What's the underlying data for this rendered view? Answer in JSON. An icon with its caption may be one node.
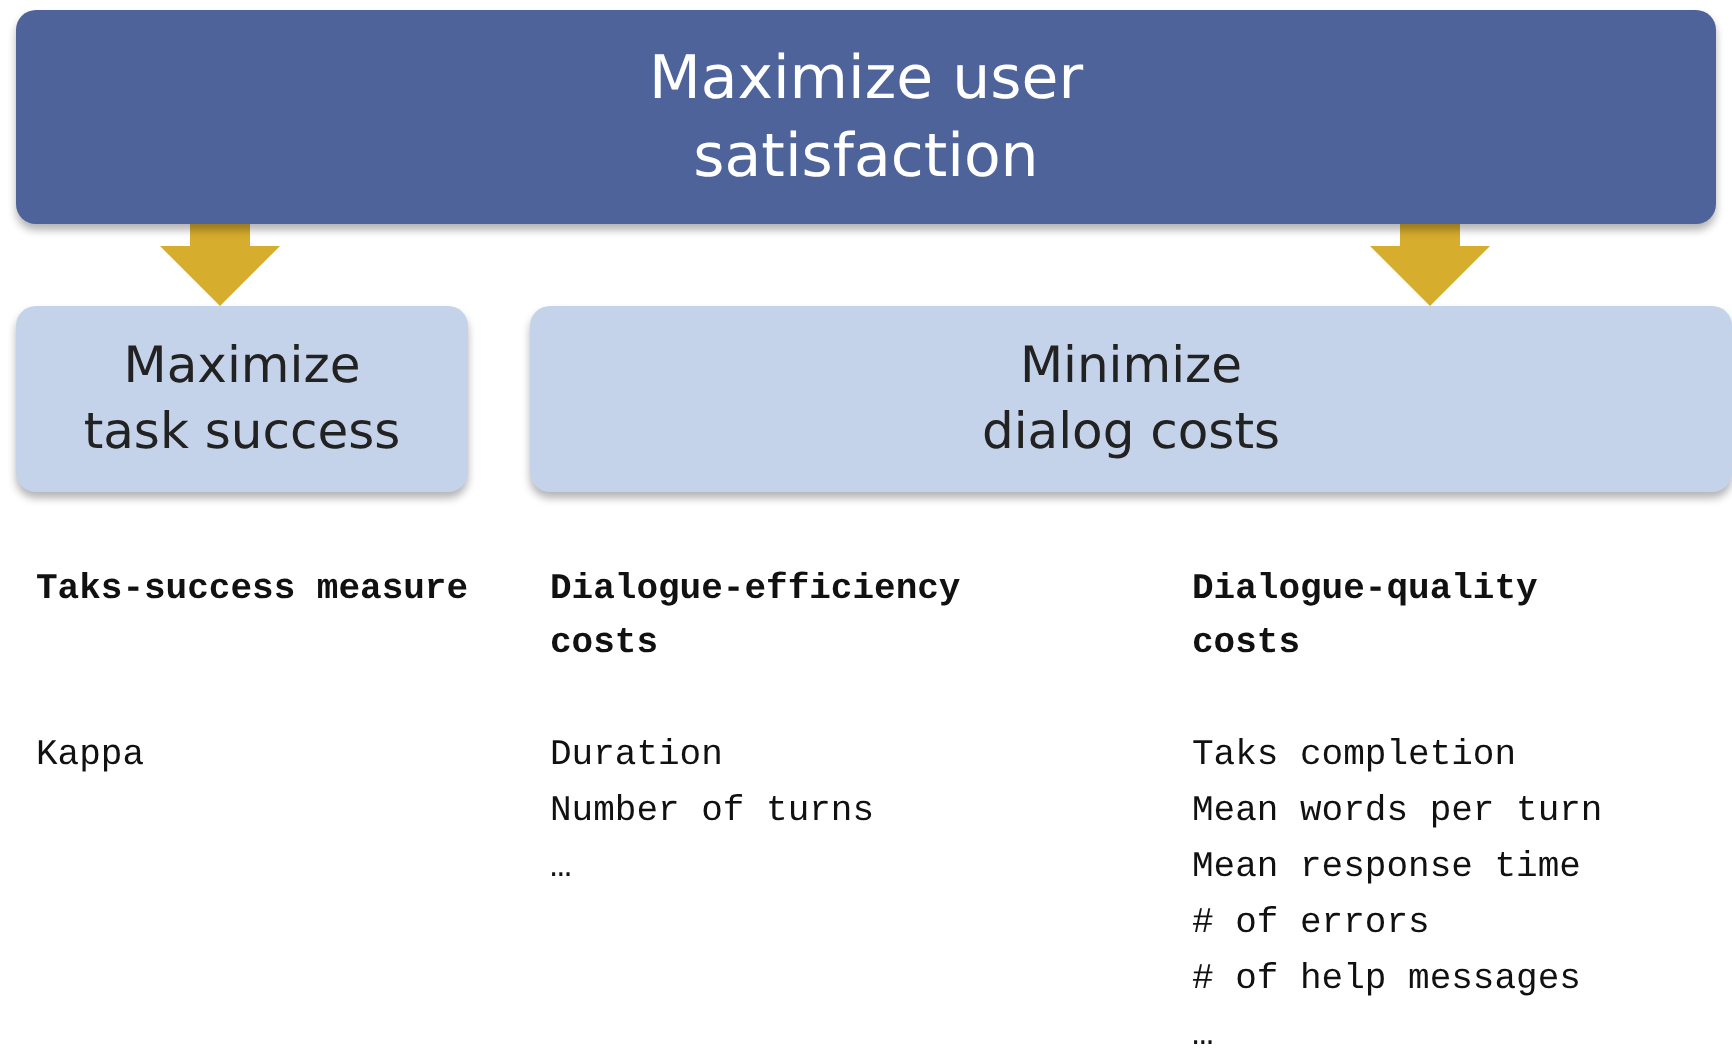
{
  "diagram": {
    "nodes": [
      {
        "text": [
          "Maximize user satisfaction"
        ]
      },
      {
        "text": [
          "Maximize task success"
        ]
      },
      {
        "text": [
          "Minimize dialog costs"
        ]
      }
    ],
    "edges": [
      {
        "from": 0,
        "to": 1,
        "arrow": "to",
        "style": "thick",
        "color": "#d6ad2c"
      },
      {
        "from": 0,
        "to": 2,
        "arrow": "to",
        "style": "thick",
        "color": "#d6ad2c"
      }
    ],
    "labels": [
      "Taks-success measure",
      "Kappa",
      "Dialogue-efficiency costs",
      "Duration",
      "Number of turns",
      "…",
      "Dialogue-quality costs",
      "Taks completion",
      "Mean words per turn",
      "Mean response time",
      "# of errors",
      "# of help messages",
      "…"
    ]
  }
}
